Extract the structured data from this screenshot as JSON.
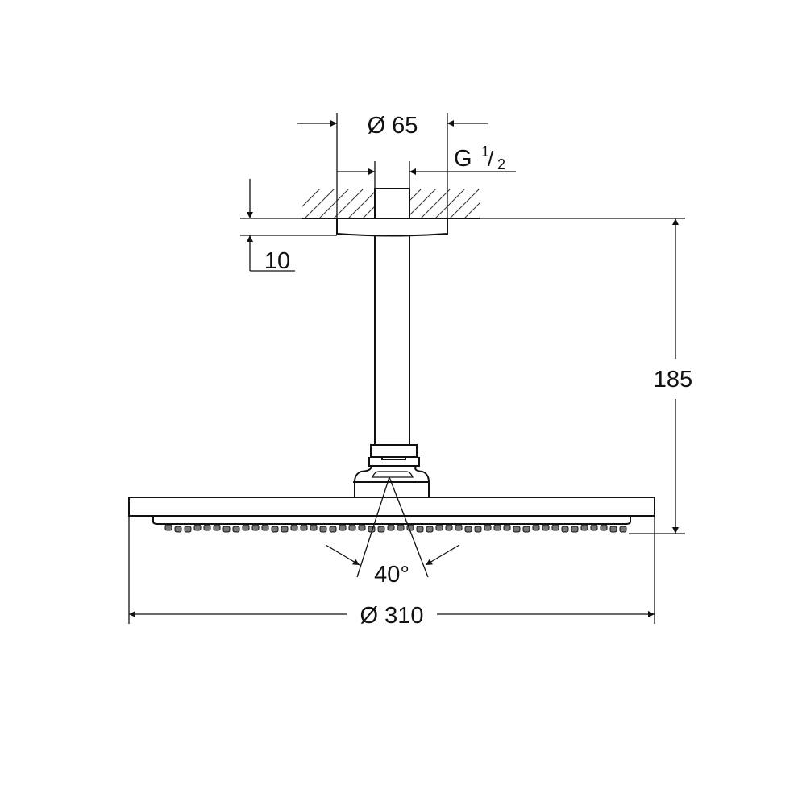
{
  "dimensions": {
    "flange_diameter": "Ø 65",
    "thread_label": "G",
    "thread_num": "1",
    "thread_den": "2",
    "flange_height": "10",
    "total_height": "185",
    "spray_angle": "40°",
    "head_diameter": "Ø 310"
  },
  "colors": {
    "line": "#111111",
    "background": "#ffffff"
  }
}
